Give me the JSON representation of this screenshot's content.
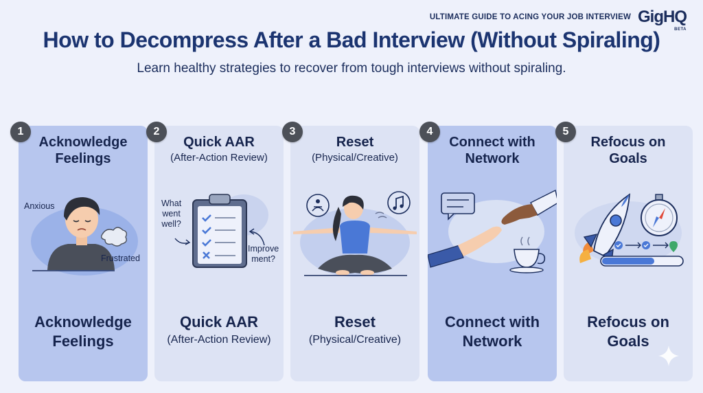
{
  "header": {
    "guide_label": "ULTIMATE GUIDE TO ACING YOUR JOB INTERVIEW",
    "logo_gig": "Gig",
    "logo_hq": "HQ",
    "logo_beta": "BETA"
  },
  "title": "How to Decompress After a Bad Interview (Without Spiraling)",
  "subtitle": "Learn healthy strategies to recover from tough interviews without spiraling.",
  "steps": [
    {
      "number": "1",
      "title_line1": "Acknowledge",
      "title_line2": "Feelings",
      "sub": "",
      "labels": [
        "Anxious",
        "Frustrated"
      ]
    },
    {
      "number": "2",
      "title_line1": "Quick AAR",
      "title_line2": "",
      "sub": "(After-Action Review)",
      "labels": [
        "What",
        "went",
        "well?",
        "Improve",
        "ment?"
      ]
    },
    {
      "number": "3",
      "title_line1": "Reset",
      "title_line2": "",
      "sub": "(Physical/Creative)",
      "labels": []
    },
    {
      "number": "4",
      "title_line1": "Connect with",
      "title_line2": "Network",
      "sub": "",
      "labels": []
    },
    {
      "number": "5",
      "title_line1": "Refocus on",
      "title_line2": "Goals",
      "sub": "",
      "labels": []
    }
  ],
  "colors": {
    "background": "#eef1fb",
    "card_dark": "#b7c6ee",
    "card_light": "#dde3f4",
    "title": "#1b3470",
    "accent_blue": "#4a78d6",
    "badge": "#4c5058"
  },
  "icons": [
    "meditation-icon",
    "music-note-icon",
    "chat-bubble-icon",
    "coffee-cup-icon",
    "rocket-icon",
    "compass-icon",
    "sparkle-icon"
  ]
}
